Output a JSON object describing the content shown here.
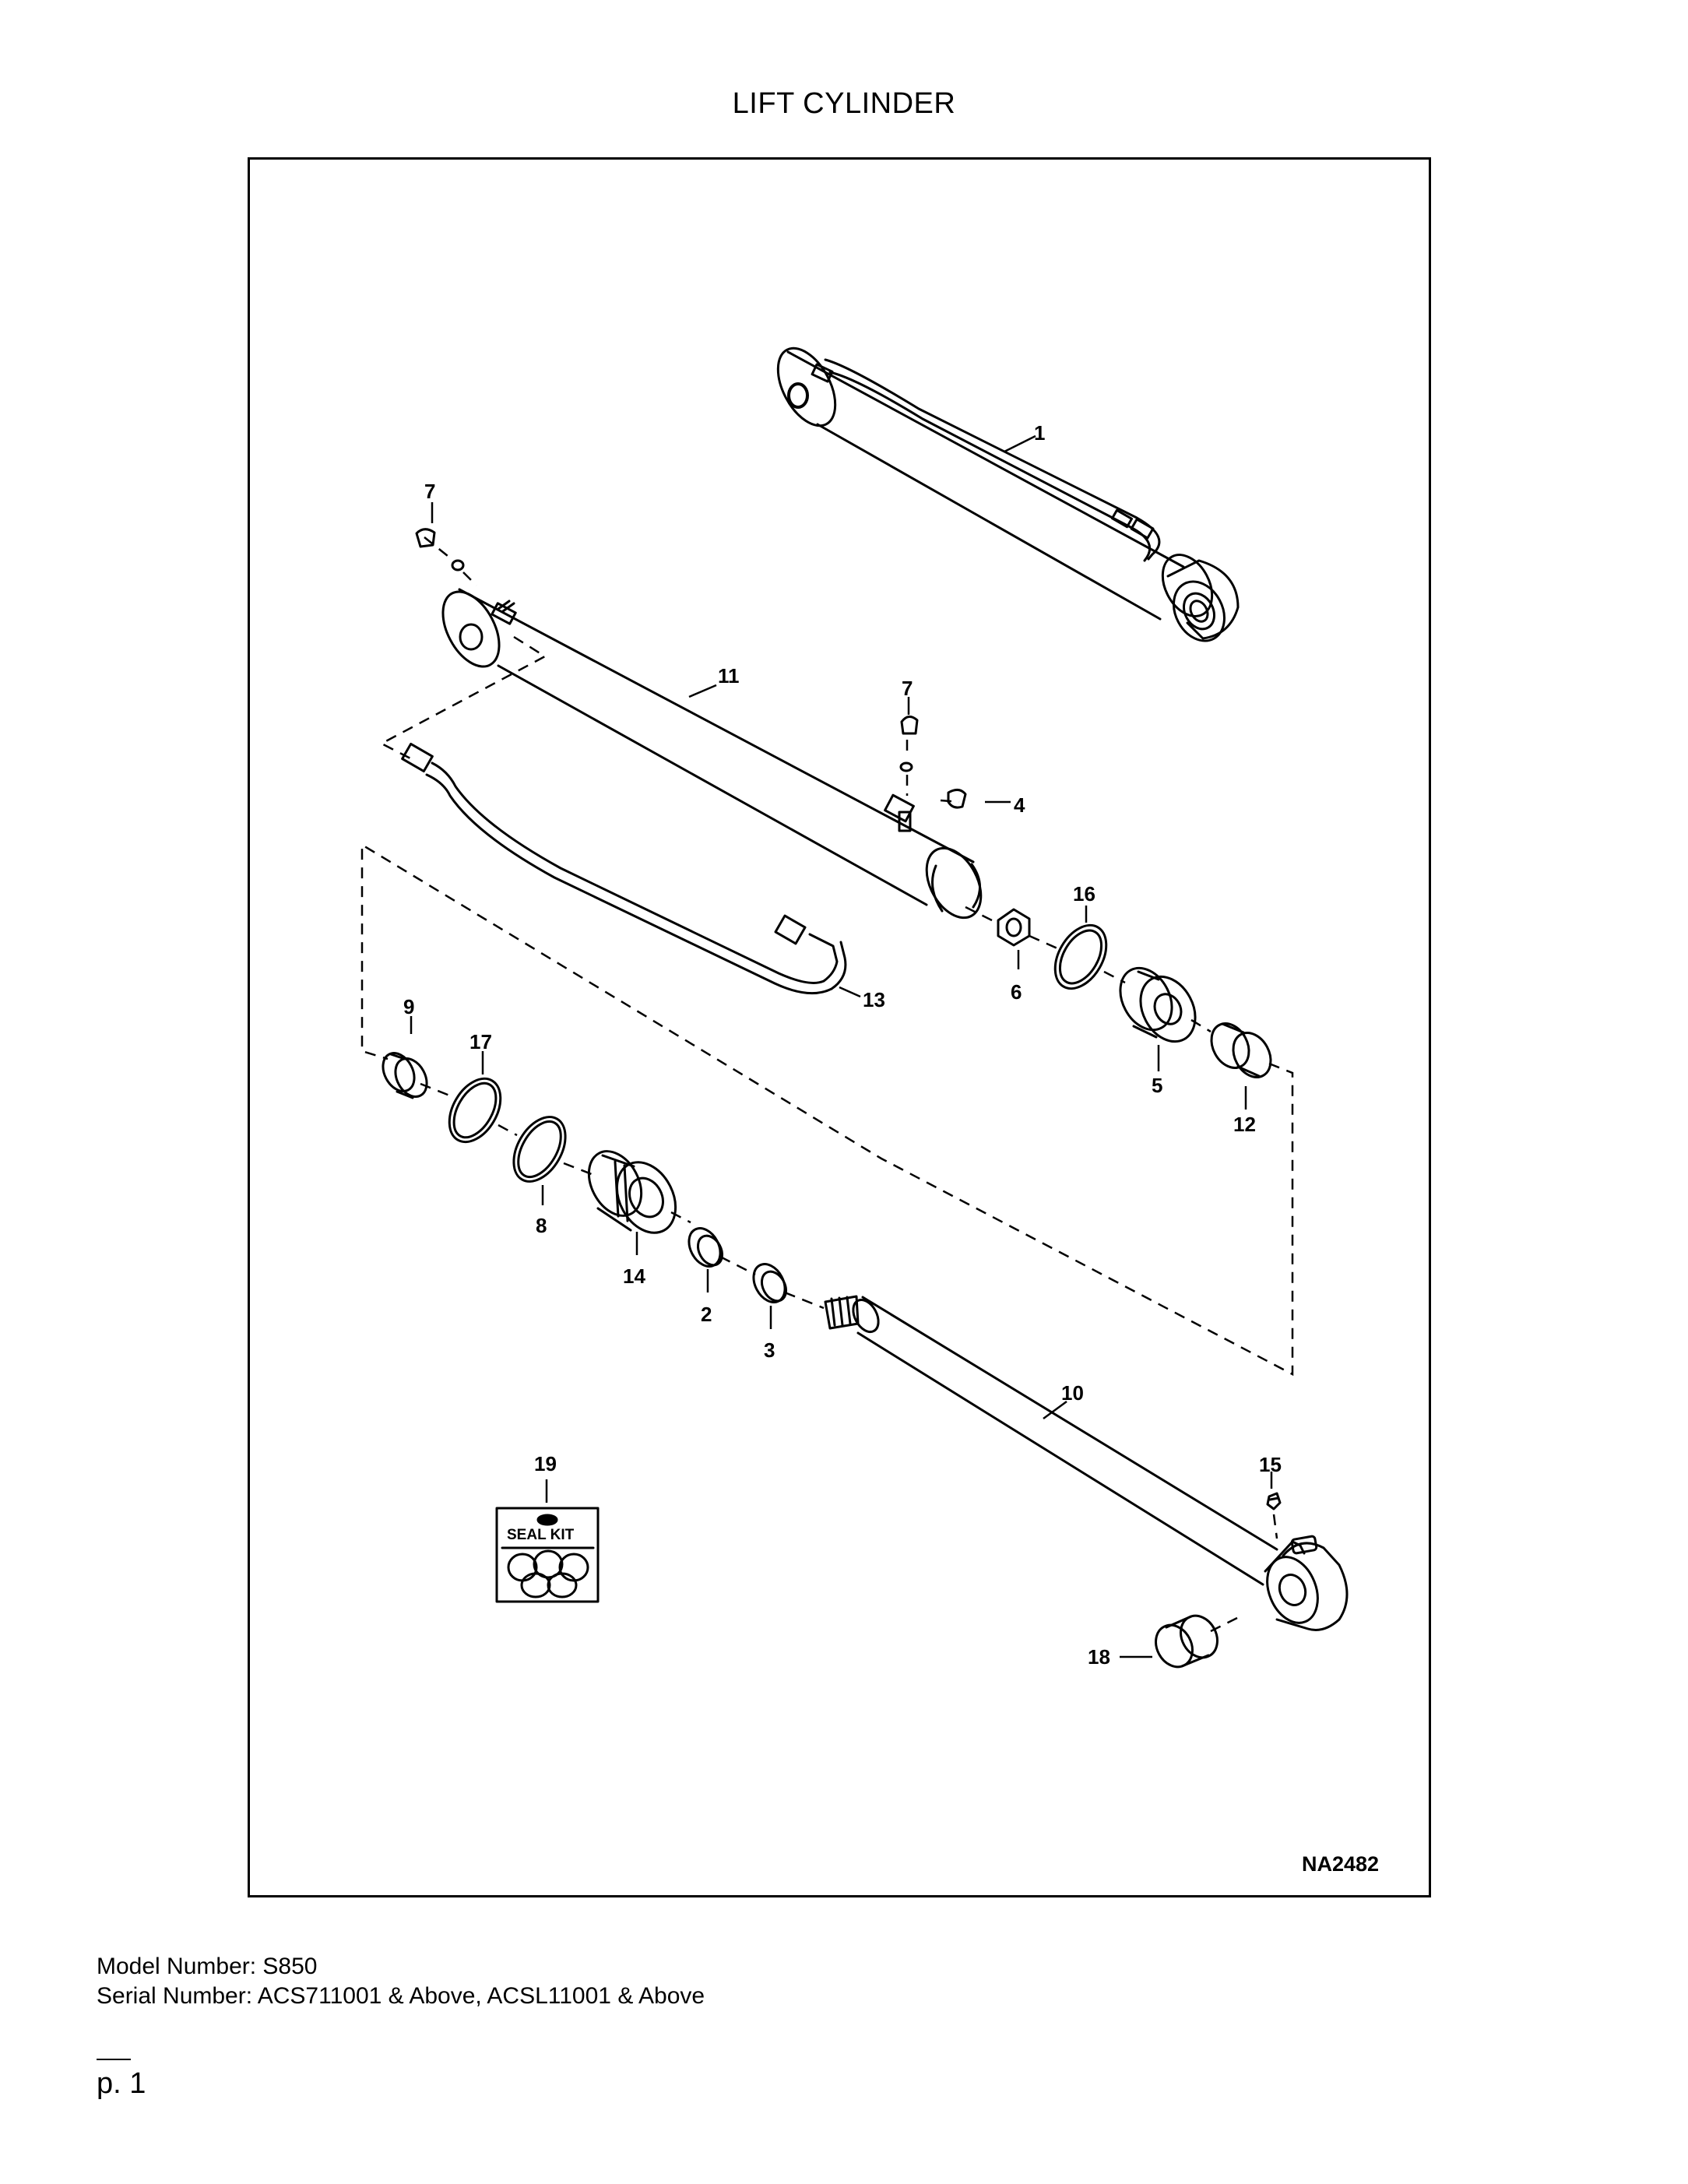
{
  "title": "LIFT CYLINDER",
  "drawing_code": "NA2482",
  "seal_kit_label": "SEAL KIT",
  "callouts": {
    "c1": "1",
    "c2": "2",
    "c3": "3",
    "c4": "4",
    "c5": "5",
    "c6": "6",
    "c7a": "7",
    "c7b": "7",
    "c8": "8",
    "c9": "9",
    "c10": "10",
    "c11": "11",
    "c12": "12",
    "c13": "13",
    "c14": "14",
    "c15": "15",
    "c16": "16",
    "c17": "17",
    "c18": "18",
    "c19": "19"
  },
  "footer": {
    "model": "Model Number: S850",
    "serial": "Serial Number: ACS711001 & Above, ACSL11001 & Above",
    "page": "p. 1"
  }
}
